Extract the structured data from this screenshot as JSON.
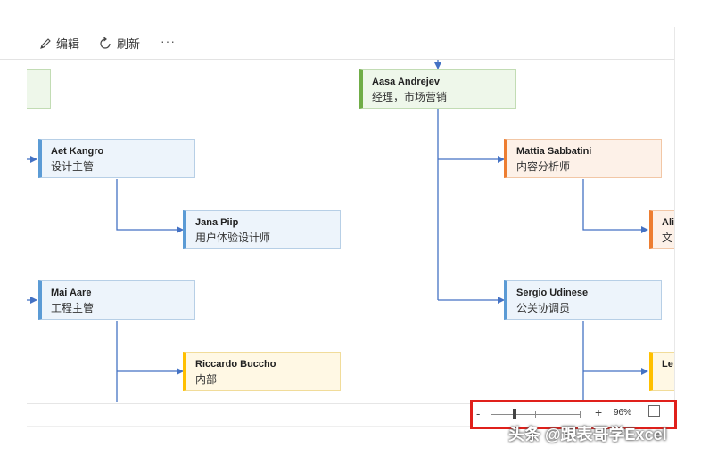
{
  "toolbar": {
    "edit_label": "编辑",
    "refresh_label": "刷新",
    "more_label": "···"
  },
  "chart": {
    "cards": [
      {
        "name": "",
        "role": ""
      },
      {
        "name": "Aasa Andrejev",
        "role": "经理，市场营销"
      },
      {
        "name": "Aet Kangro",
        "role": "设计主管"
      },
      {
        "name": "Mattia Sabbatini",
        "role": "内容分析师"
      },
      {
        "name": "Jana Piip",
        "role": "用户体验设计师"
      },
      {
        "name": "Ali",
        "role": "文"
      },
      {
        "name": "Mai Aare",
        "role": "工程主管"
      },
      {
        "name": "Sergio Udinese",
        "role": "公关协调员"
      },
      {
        "name": "Riccardo Buccho",
        "role": "内部"
      },
      {
        "name": "Le",
        "role": ""
      }
    ]
  },
  "zoom": {
    "minus": "-",
    "plus": "+",
    "percent": "96%"
  },
  "watermark": "头条 @跟表哥学Excel",
  "colors": {
    "connector": "#4472c4",
    "blue": "#5b9bd5",
    "green": "#70ad47",
    "orange": "#ed7d31",
    "yellow": "#ffc000",
    "highlight": "#e0201b"
  }
}
